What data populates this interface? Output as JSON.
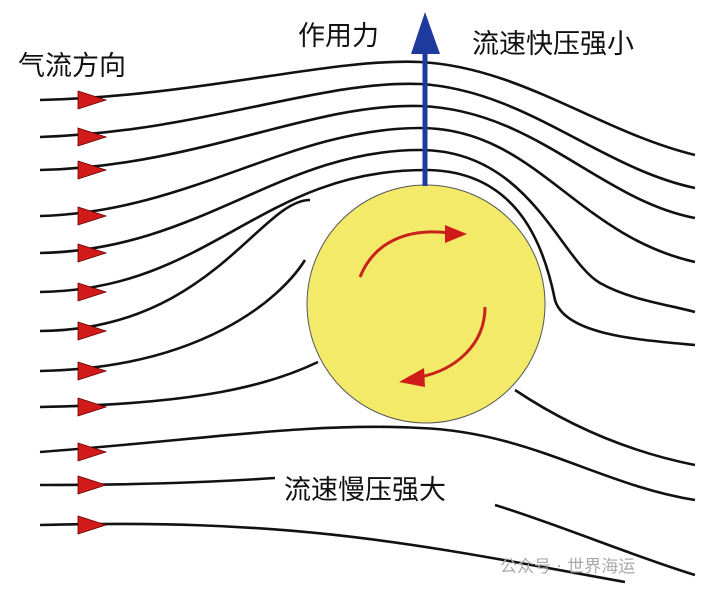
{
  "labels": {
    "airflow_direction": "气流方向",
    "force": "作用力",
    "fast_low_pressure": "流速快压强小",
    "slow_high_pressure": "流速慢压强大"
  },
  "watermark": "公众号 · 世界海运",
  "colors": {
    "ball": "#f3ea6a",
    "arrows": "#d11a1a",
    "force": "#1f3a9e",
    "lines": "#111111"
  }
}
